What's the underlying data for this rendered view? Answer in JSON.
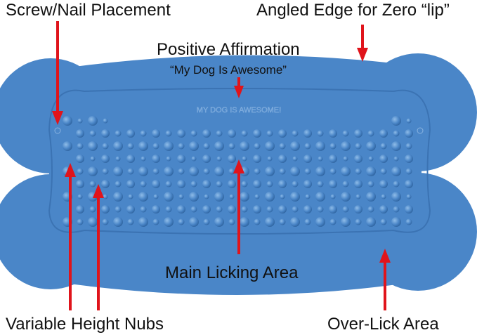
{
  "labels": {
    "screw": "Screw/Nail Placement",
    "angled": "Angled Edge for Zero “lip”",
    "affirmation": "Positive Affirmation",
    "affirmation_quote": "“My Dog Is Awesome”",
    "main": "Main Licking Area",
    "nubs": "Variable Height Nubs",
    "overlick": "Over-Lick Area"
  },
  "mat": {
    "embossed_text": "MY DOG IS AWESOME!",
    "color": "#4a86c8",
    "arrow_color": "#e0141b"
  }
}
